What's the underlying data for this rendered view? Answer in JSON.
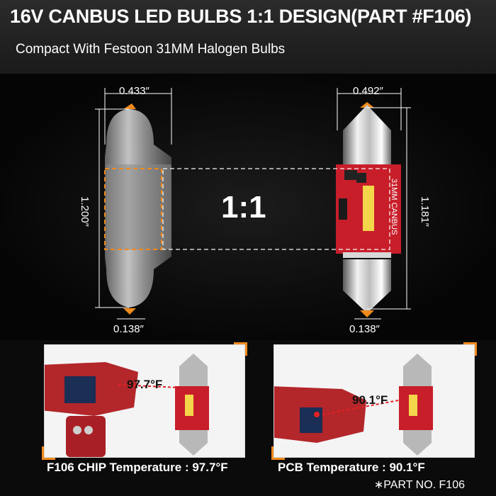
{
  "header": {
    "title": "16V CANBUS LED BULBS 1:1 DESIGN(PART #F106)",
    "subtitle": "Compact With Festoon 31MM Halogen Bulbs"
  },
  "comparison": {
    "ratio": "1:1",
    "halogen": {
      "width": "0.433″",
      "length": "1.200″",
      "tip": "0.138″"
    },
    "led": {
      "width": "0.492″",
      "length": "1.181″",
      "tip": "0.138″",
      "pcb_text": "31MM CANBUS"
    }
  },
  "panels": [
    {
      "reading": "97.7°F",
      "caption": "F106 CHIP Temperature : 97.7°F"
    },
    {
      "reading": "90.1°F",
      "caption": "PCB Temperature : 90.1°F"
    }
  ],
  "footer": {
    "part_number": "∗PART NO. F106"
  },
  "colors": {
    "accent": "#f08a1c",
    "pcb_red": "#c81e2a"
  }
}
